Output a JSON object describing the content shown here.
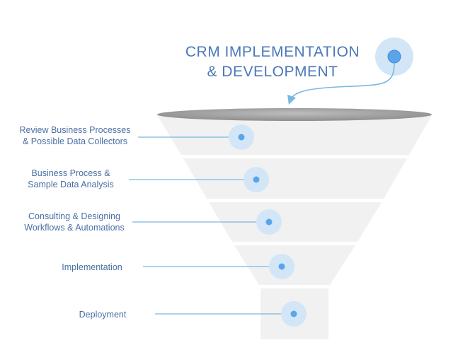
{
  "title": {
    "line1": "CRM IMPLEMENTATION",
    "line2": "& DEVELOPMENT"
  },
  "steps": [
    {
      "line1": "Review Business Processes",
      "line2": "& Possible Data Collectors"
    },
    {
      "line1": "Business Process &",
      "line2": "Sample Data Analysis"
    },
    {
      "line1": "Consulting & Designing",
      "line2": "Workflows & Automations"
    },
    {
      "line1": "Implementation",
      "line2": ""
    },
    {
      "line1": "Deployment",
      "line2": ""
    }
  ],
  "colors": {
    "accent": "#4a90d9",
    "title_text": "#4a78b8",
    "label_text": "#4a6fa5",
    "line": "#7ab8e0",
    "dot": "#5aa5ea",
    "halo": "#d3e6f7",
    "funnel": "#f1f1f1",
    "funnel_rim": "#9a9a9a"
  },
  "icons": {
    "top_marker": "circle-marker-icon",
    "arrow": "curved-arrow-icon",
    "step_marker": "circle-marker-icon"
  }
}
